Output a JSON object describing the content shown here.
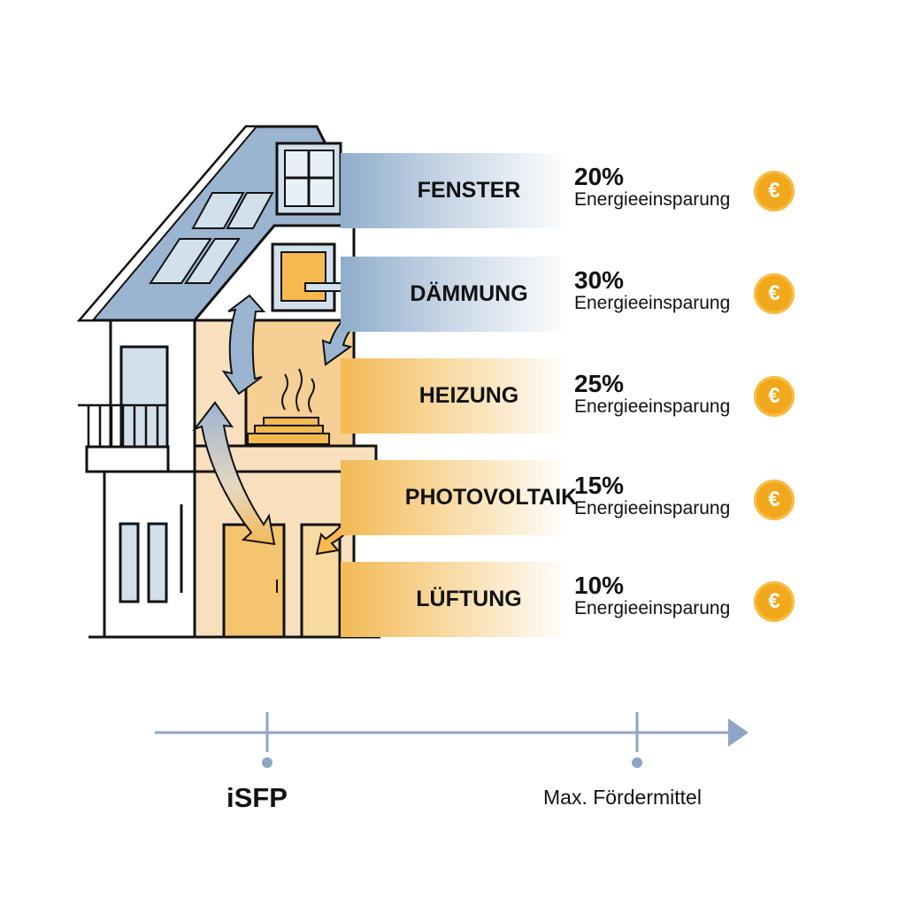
{
  "measures": [
    {
      "label": "FENSTER",
      "percent": "20%",
      "caption": "Energieeinsparung",
      "tone": "blue"
    },
    {
      "label": "DÄMMUNG",
      "percent": "30%",
      "caption": "Energieeinsparung",
      "tone": "blue"
    },
    {
      "label": "HEIZUNG",
      "percent": "25%",
      "caption": "Energieeinsparung",
      "tone": "orange"
    },
    {
      "label": "PHOTOVOLTAIK",
      "percent": "15%",
      "caption": "Energieeinsparung",
      "tone": "orange"
    },
    {
      "label": "LÜFTUNG",
      "percent": "10%",
      "caption": "Energieeinsparung",
      "tone": "orange"
    }
  ],
  "coin_symbol": "€",
  "timeline": {
    "start_label": "iSFP",
    "end_label": "Max. Fördermittel"
  },
  "colors": {
    "blue": "#8fadcc",
    "orange": "#f3b955",
    "coin": "#f2a81c",
    "axis": "#8ea6c4"
  }
}
